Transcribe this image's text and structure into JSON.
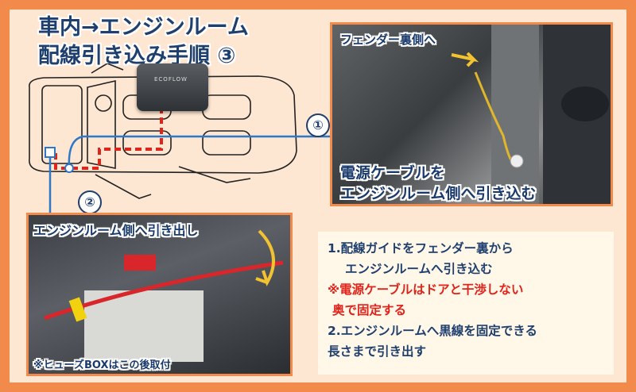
{
  "title": {
    "line1": "車内→エンジンルーム",
    "line2": "配線引き込み手順 ③"
  },
  "photo1": {
    "label_top": "フェンダー裏側へ",
    "caption_line1": "電源ケーブルを",
    "caption_line2": "エンジンルーム側へ引き込む"
  },
  "photo2": {
    "label_top": "エンジンルーム側へ引き出し",
    "caption_bottom": "※ヒューズBOXはこの後取付"
  },
  "device": {
    "brand": "ECOFLOW"
  },
  "markers": {
    "one": "①",
    "two": "②"
  },
  "steps": [
    {
      "text": "1.配線ガイドをフェンダー裏から"
    },
    {
      "text": "エンジンルームへ引き込む"
    },
    {
      "text": "※電源ケーブルはドアと干渉しない"
    },
    {
      "text": "奥で固定する"
    },
    {
      "text": "2.エンジンルームへ黒線を固定できる"
    },
    {
      "text": "長さまで引き出す"
    }
  ],
  "colors": {
    "border": "#f28a4c",
    "title": "#1f3f6e",
    "red": "#e0231b",
    "blue": "#2e78c8"
  }
}
